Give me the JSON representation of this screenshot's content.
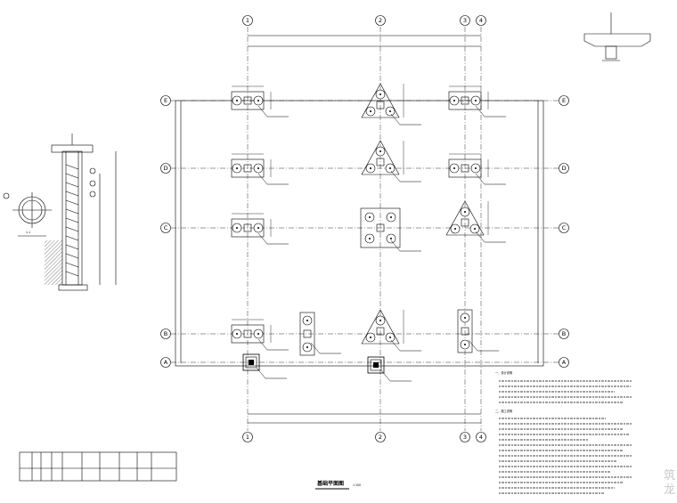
{
  "drawing": {
    "axes_vertical": [
      "1",
      "2",
      "3",
      "4"
    ],
    "axes_horizontal": [
      "E",
      "D",
      "C",
      "B",
      "A"
    ],
    "plan_title": "基础平面图",
    "plan_scale": "1:100",
    "section_label": "1-1",
    "notes_heading_1": "一、设计说明",
    "notes_heading_2": "二、施工说明"
  },
  "watermark": {
    "line1": "筑",
    "line2": "龙"
  },
  "colors": {
    "line": "#000000",
    "background": "#ffffff",
    "watermark": "#c8c8c8"
  }
}
